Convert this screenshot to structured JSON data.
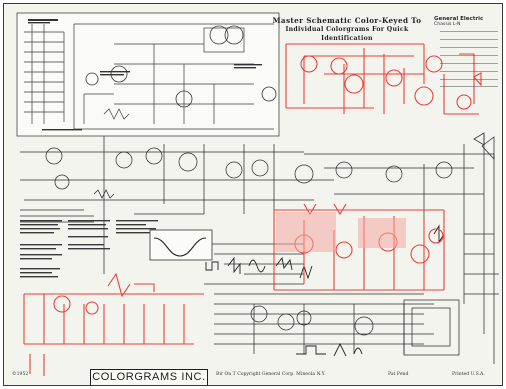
{
  "title": {
    "line1": "Master Schematic Color-Keyed To",
    "line2": "Individual Colorgrams For Quick Identification"
  },
  "model_box": {
    "heading": "General Electric",
    "subheading": "Chassis L-N"
  },
  "brand": "COLORGRAMS INC.",
  "footer": {
    "copyright": "©1952",
    "credit": "Bir On T Copyright General Corp. Mineola N.Y.",
    "print_no": "Pat Pend",
    "made_in": "Printed U.S.A."
  },
  "colors": {
    "background": "#f4f4ef",
    "ink": "#2a2a2a",
    "red_key": "#e8413a",
    "pink_key": "#f4a7a0"
  }
}
